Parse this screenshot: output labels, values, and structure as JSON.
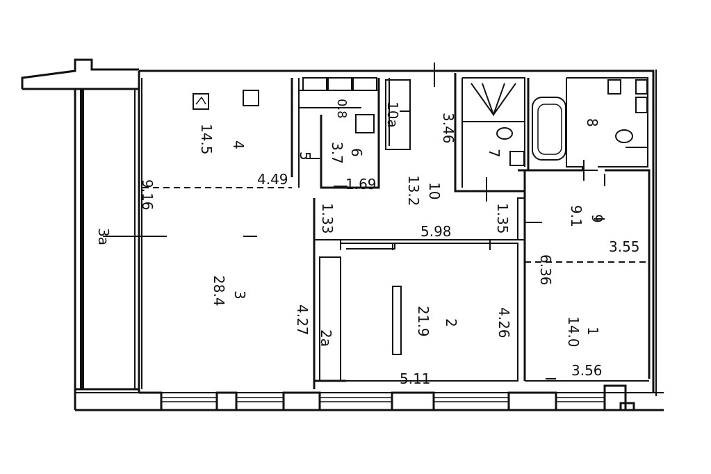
{
  "rooms": [
    {
      "number": "4",
      "area": "14.5"
    },
    {
      "number": "5",
      "area": ""
    },
    {
      "number": "6",
      "area": "3.7"
    },
    {
      "number": "10a",
      "area": ""
    },
    {
      "number": "10",
      "area": "13.2"
    },
    {
      "number": "7",
      "area": ""
    },
    {
      "number": "8",
      "area": ""
    },
    {
      "number": "9",
      "area": "9.1"
    },
    {
      "number": "3",
      "area": "28.4"
    },
    {
      "number": "2",
      "area": "21.9"
    },
    {
      "number": "1",
      "area": "14.0"
    },
    {
      "number": "2a",
      "area": ""
    },
    {
      "number": "3a",
      "area": ""
    }
  ],
  "dimensions": [
    "4.49",
    "1.69",
    "3.46",
    "9.16",
    "1.33",
    "5.98",
    "1.35",
    "3.55",
    "6.36",
    "4.27",
    "4.26",
    "5.11",
    "3.56"
  ],
  "small_labels": [
    "0.8"
  ],
  "colors": {
    "line": "#111111",
    "background": "#ffffff"
  }
}
